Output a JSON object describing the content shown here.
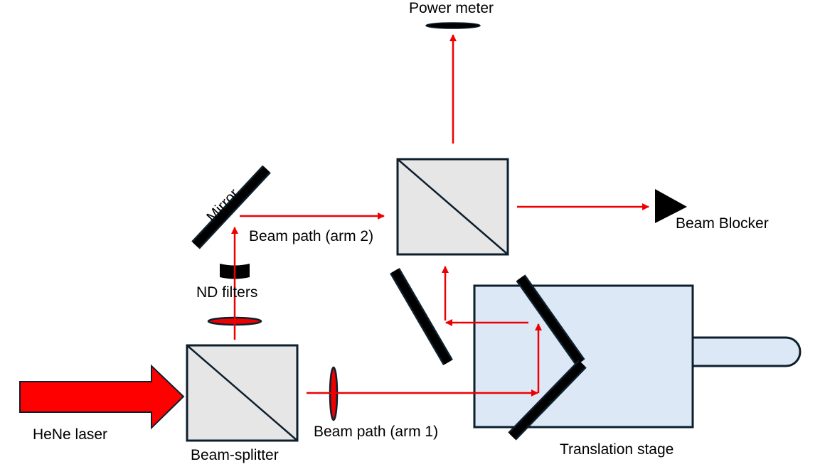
{
  "labels": {
    "power_meter": "Power meter",
    "mirror": "Mirror",
    "beam_path_arm2": "Beam path (arm 2)",
    "beam_blocker": "Beam Blocker",
    "nd_filters": "ND filters",
    "hene_laser": "HeNe laser",
    "beam_splitter": "Beam-splitter",
    "beam_path_arm1": "Beam path (arm 1)",
    "translation_stage": "Translation stage"
  },
  "colors": {
    "beam": "#ee0000",
    "component_outline": "#0d1f2d",
    "cube_fill": "#e6e6e6",
    "stage_fill": "#dce8f5",
    "optic_black": "#000000"
  }
}
